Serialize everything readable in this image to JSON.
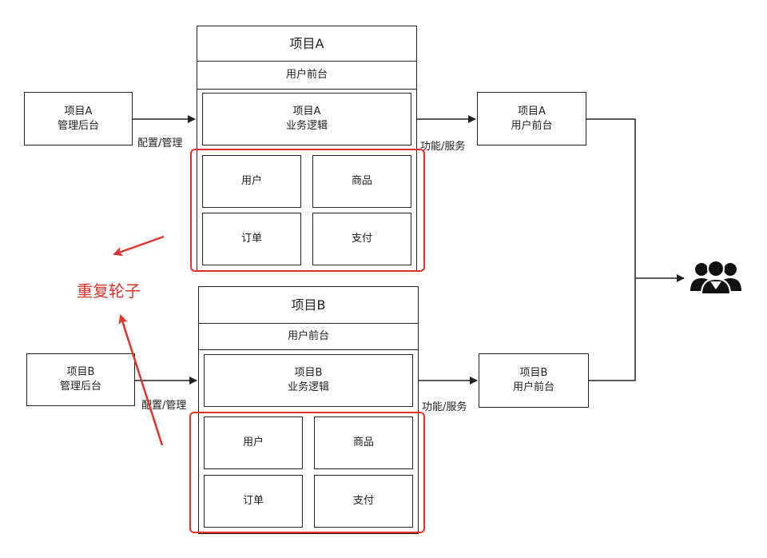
{
  "project_a": {
    "title": "项目A",
    "frontend": "用户前台",
    "logic_line1": "项目A",
    "logic_line2": "业务逻辑",
    "modules": [
      "用户",
      "商品",
      "订单",
      "支付"
    ],
    "admin_line1": "项目A",
    "admin_line2": "管理后台",
    "config_label": "配置/管理",
    "service_label": "功能/服务",
    "user_front_line1": "项目A",
    "user_front_line2": "用户前台"
  },
  "project_b": {
    "title": "项目B",
    "frontend": "用户前台",
    "logic_line1": "项目B",
    "logic_line2": "业务逻辑",
    "modules": [
      "用户",
      "商品",
      "订单",
      "支付"
    ],
    "admin_line1": "项目B",
    "admin_line2": "管理后台",
    "config_label": "配置/管理",
    "service_label": "功能/服务",
    "user_front_line1": "项目B",
    "user_front_line2": "用户前台"
  },
  "annotation": "重复轮子",
  "colors": {
    "highlight": "#e0312b",
    "line": "#222222"
  },
  "icons": {
    "users": "users-group-icon"
  }
}
